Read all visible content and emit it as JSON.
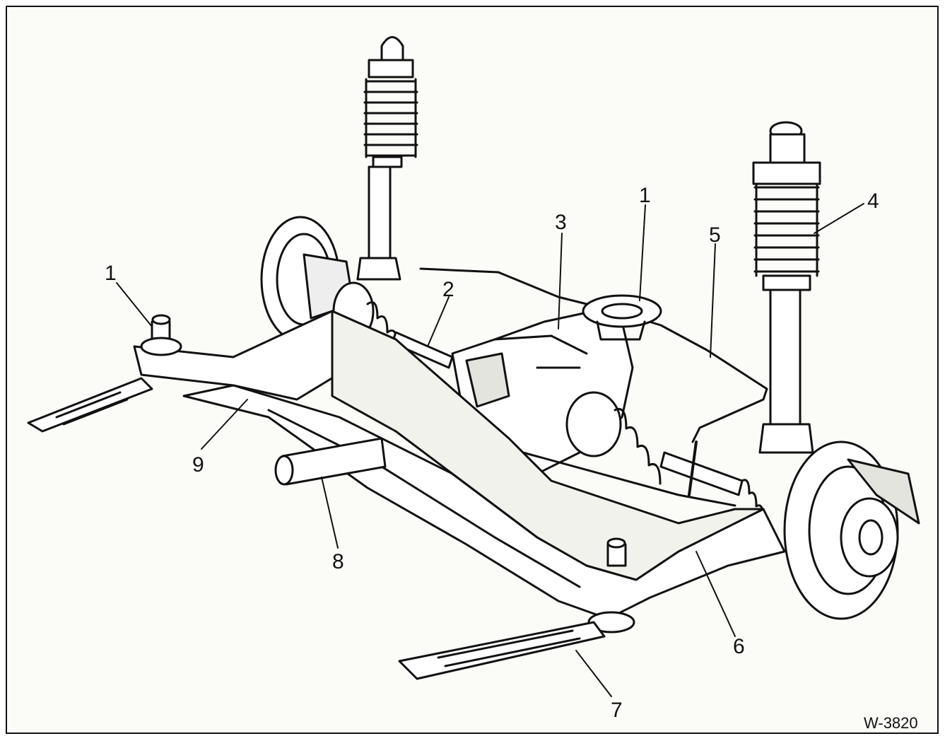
{
  "figure_id": "W-3820",
  "callouts": {
    "c1_left": "1",
    "c1_right": "1",
    "c2": "2",
    "c3": "3",
    "c4": "4",
    "c5": "5",
    "c6": "6",
    "c7": "7",
    "c8": "8",
    "c9": "9"
  },
  "colors": {
    "ink": "#111111",
    "paper": "#fbfbf8",
    "shade": "#d8d8d2"
  }
}
